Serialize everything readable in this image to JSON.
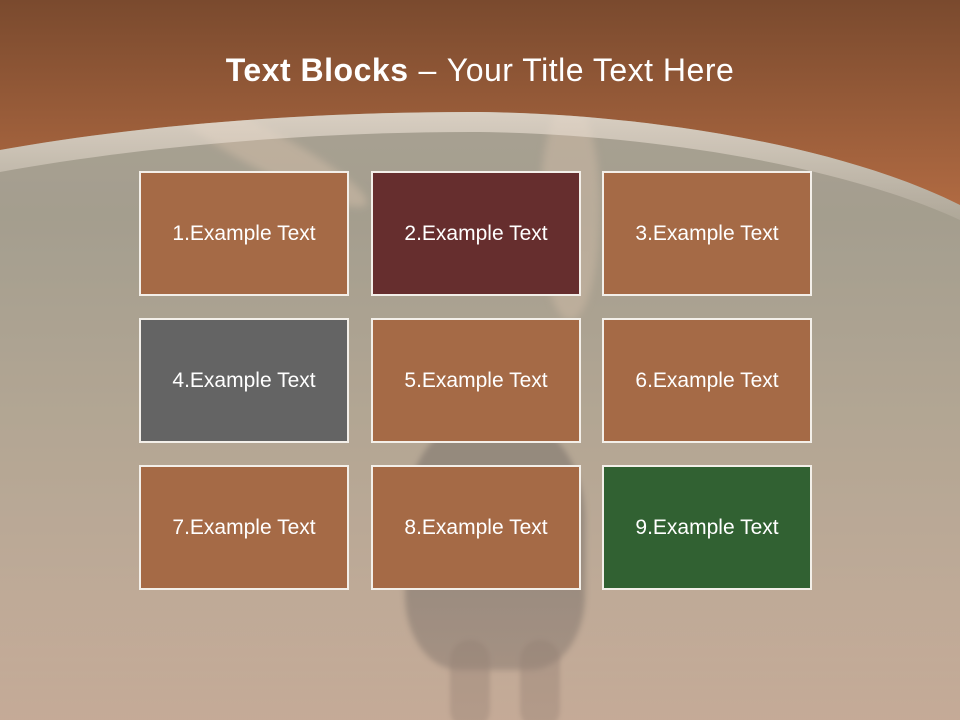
{
  "title": {
    "bold": "Text Blocks",
    "separator": "–",
    "rest": "Your Title Text Here"
  },
  "colors": {
    "header_band": "#9a5c3a",
    "block_default": "#a56a46",
    "block_maroon": "#662e2e",
    "block_gray": "#646464",
    "block_green": "#316132",
    "block_border": "#f3efe9"
  },
  "blocks": [
    {
      "label": "1.Example Text",
      "color": "#a56a46"
    },
    {
      "label": "2.Example Text",
      "color": "#662e2e"
    },
    {
      "label": "3.Example Text",
      "color": "#a56a46"
    },
    {
      "label": "4.Example Text",
      "color": "#646464"
    },
    {
      "label": "5.Example Text",
      "color": "#a56a46"
    },
    {
      "label": "6.Example Text",
      "color": "#a56a46"
    },
    {
      "label": "7.Example Text",
      "color": "#a56a46"
    },
    {
      "label": "8.Example Text",
      "color": "#a56a46"
    },
    {
      "label": "9.Example Text",
      "color": "#316132"
    }
  ]
}
